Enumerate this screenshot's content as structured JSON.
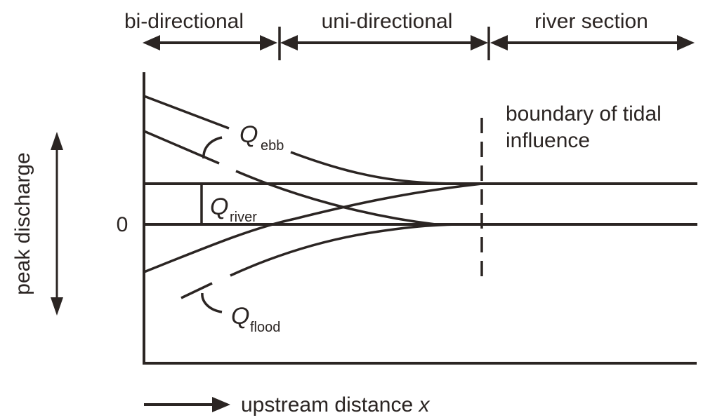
{
  "zones": {
    "bidirectional": "bi-directional",
    "unidirectional": "uni-directional",
    "river": "river section"
  },
  "y_axis_label": "peak discharge",
  "zero_label": "0",
  "x_axis_label": "upstream distance",
  "x_axis_symbol": "x",
  "boundary_label": {
    "line1": "boundary of tidal",
    "line2": "influence"
  },
  "curves": {
    "ebb": {
      "symbol": "Q",
      "subscript": "ebb"
    },
    "river": {
      "symbol": "Q",
      "subscript": "river"
    },
    "flood": {
      "symbol": "Q",
      "subscript": "flood"
    }
  },
  "colors": {
    "ink": "#2b2523",
    "background": "#ffffff"
  }
}
